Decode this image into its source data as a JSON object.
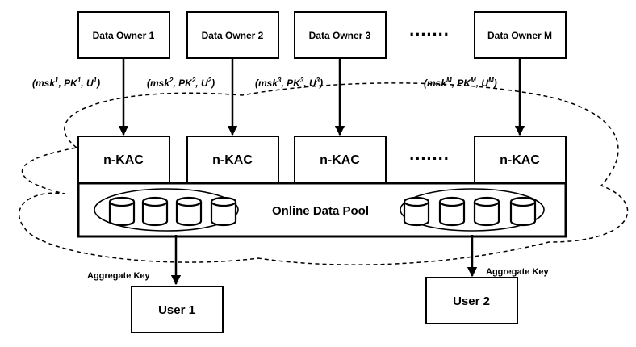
{
  "owners": [
    {
      "name": "Data Owner 1"
    },
    {
      "name": "Data Owner 2"
    },
    {
      "name": "Data Owner 3"
    },
    {
      "name": "Data Owner M"
    }
  ],
  "owner_gap": ".......",
  "key_labels": [
    {
      "open": "(",
      "msk": "msk",
      "msk_sup": "1",
      "sep1": ", ",
      "pk": "PK",
      "pk_sup": "1",
      "sep2": ", ",
      "u": "U",
      "u_sup": "1",
      "close": ")"
    },
    {
      "open": "(",
      "msk": "msk",
      "msk_sup": "2",
      "sep1": ", ",
      "pk": "PK",
      "pk_sup": "2",
      "sep2": ", ",
      "u": "U",
      "u_sup": "2",
      "close": ")"
    },
    {
      "open": "(",
      "msk": "msk",
      "msk_sup": "3",
      "sep1": ", ",
      "pk": "PK",
      "pk_sup": "3",
      "sep2": ", ",
      "u": "U",
      "u_sup": "3",
      "close": ")"
    },
    {
      "open": "(",
      "msk": "msk",
      "msk_sup": "M",
      "sep1": ", ",
      "pk": "PK",
      "pk_sup": "M",
      "sep2": ", ",
      "u": "U",
      "u_sup": "M",
      "close": ")"
    }
  ],
  "kac_label": "n-KAC",
  "kac_gap": ".......",
  "pool_label": "Online Data Pool",
  "aggregate_key_label": "Aggregate Key",
  "users": [
    {
      "name": "User 1"
    },
    {
      "name": "User 2"
    }
  ]
}
